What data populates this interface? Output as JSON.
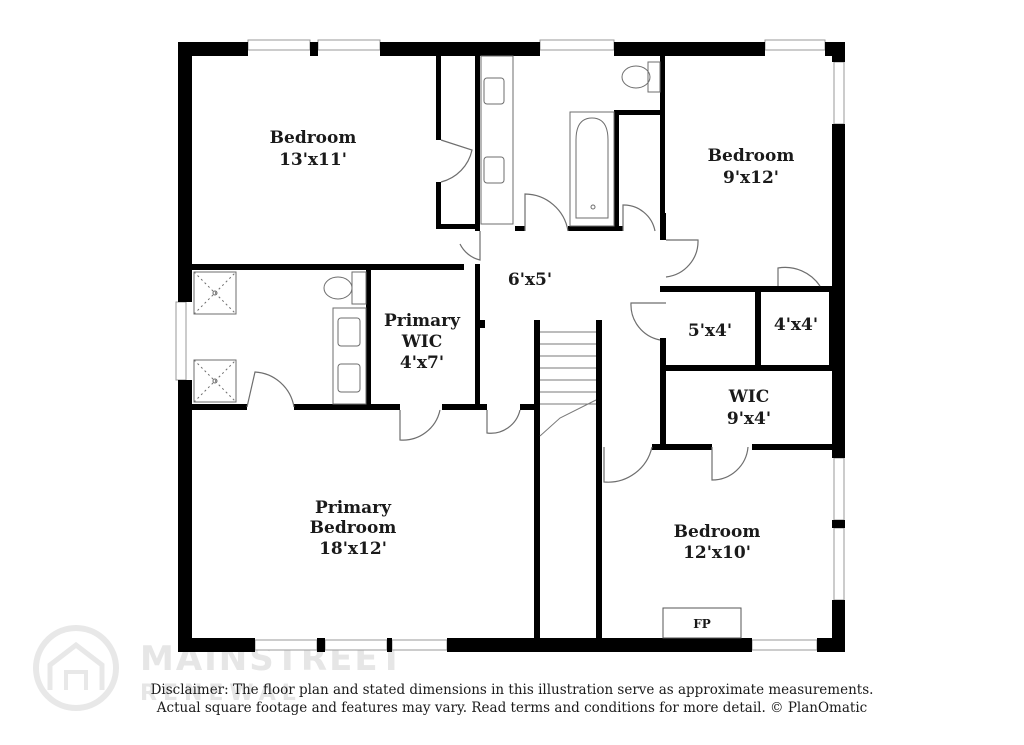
{
  "rooms": {
    "bedroom_nw": {
      "name": "Bedroom",
      "dims": "13'x11'"
    },
    "bedroom_ne": {
      "name": "Bedroom",
      "dims": "9'x12'"
    },
    "hall": {
      "dims": "6'x5'"
    },
    "primary_wic": {
      "name1": "Primary",
      "name2": "WIC",
      "dims": "4'x7'"
    },
    "closet_a": {
      "dims": "5'x4'"
    },
    "closet_b": {
      "dims": "4'x4'"
    },
    "wic": {
      "name": "WIC",
      "dims": "9'x4'"
    },
    "primary_bedroom": {
      "name1": "Primary",
      "name2": "Bedroom",
      "dims": "18'x12'"
    },
    "bedroom_se": {
      "name": "Bedroom",
      "dims": "12'x10'"
    },
    "fireplace": {
      "label": "FP"
    }
  },
  "watermark": {
    "line1": "MAINSTREET",
    "line2": "RENEWAL"
  },
  "disclaimer": {
    "line1": "Disclaimer: The floor plan and stated dimensions in this illustration serve as approximate measurements.",
    "line2": "Actual square footage and features may vary. Read terms and conditions for more detail. © PlanOmatic"
  },
  "colors": {
    "wall": "#000000",
    "window": "#9a9a9a",
    "fixture": "#6e6e6e"
  }
}
